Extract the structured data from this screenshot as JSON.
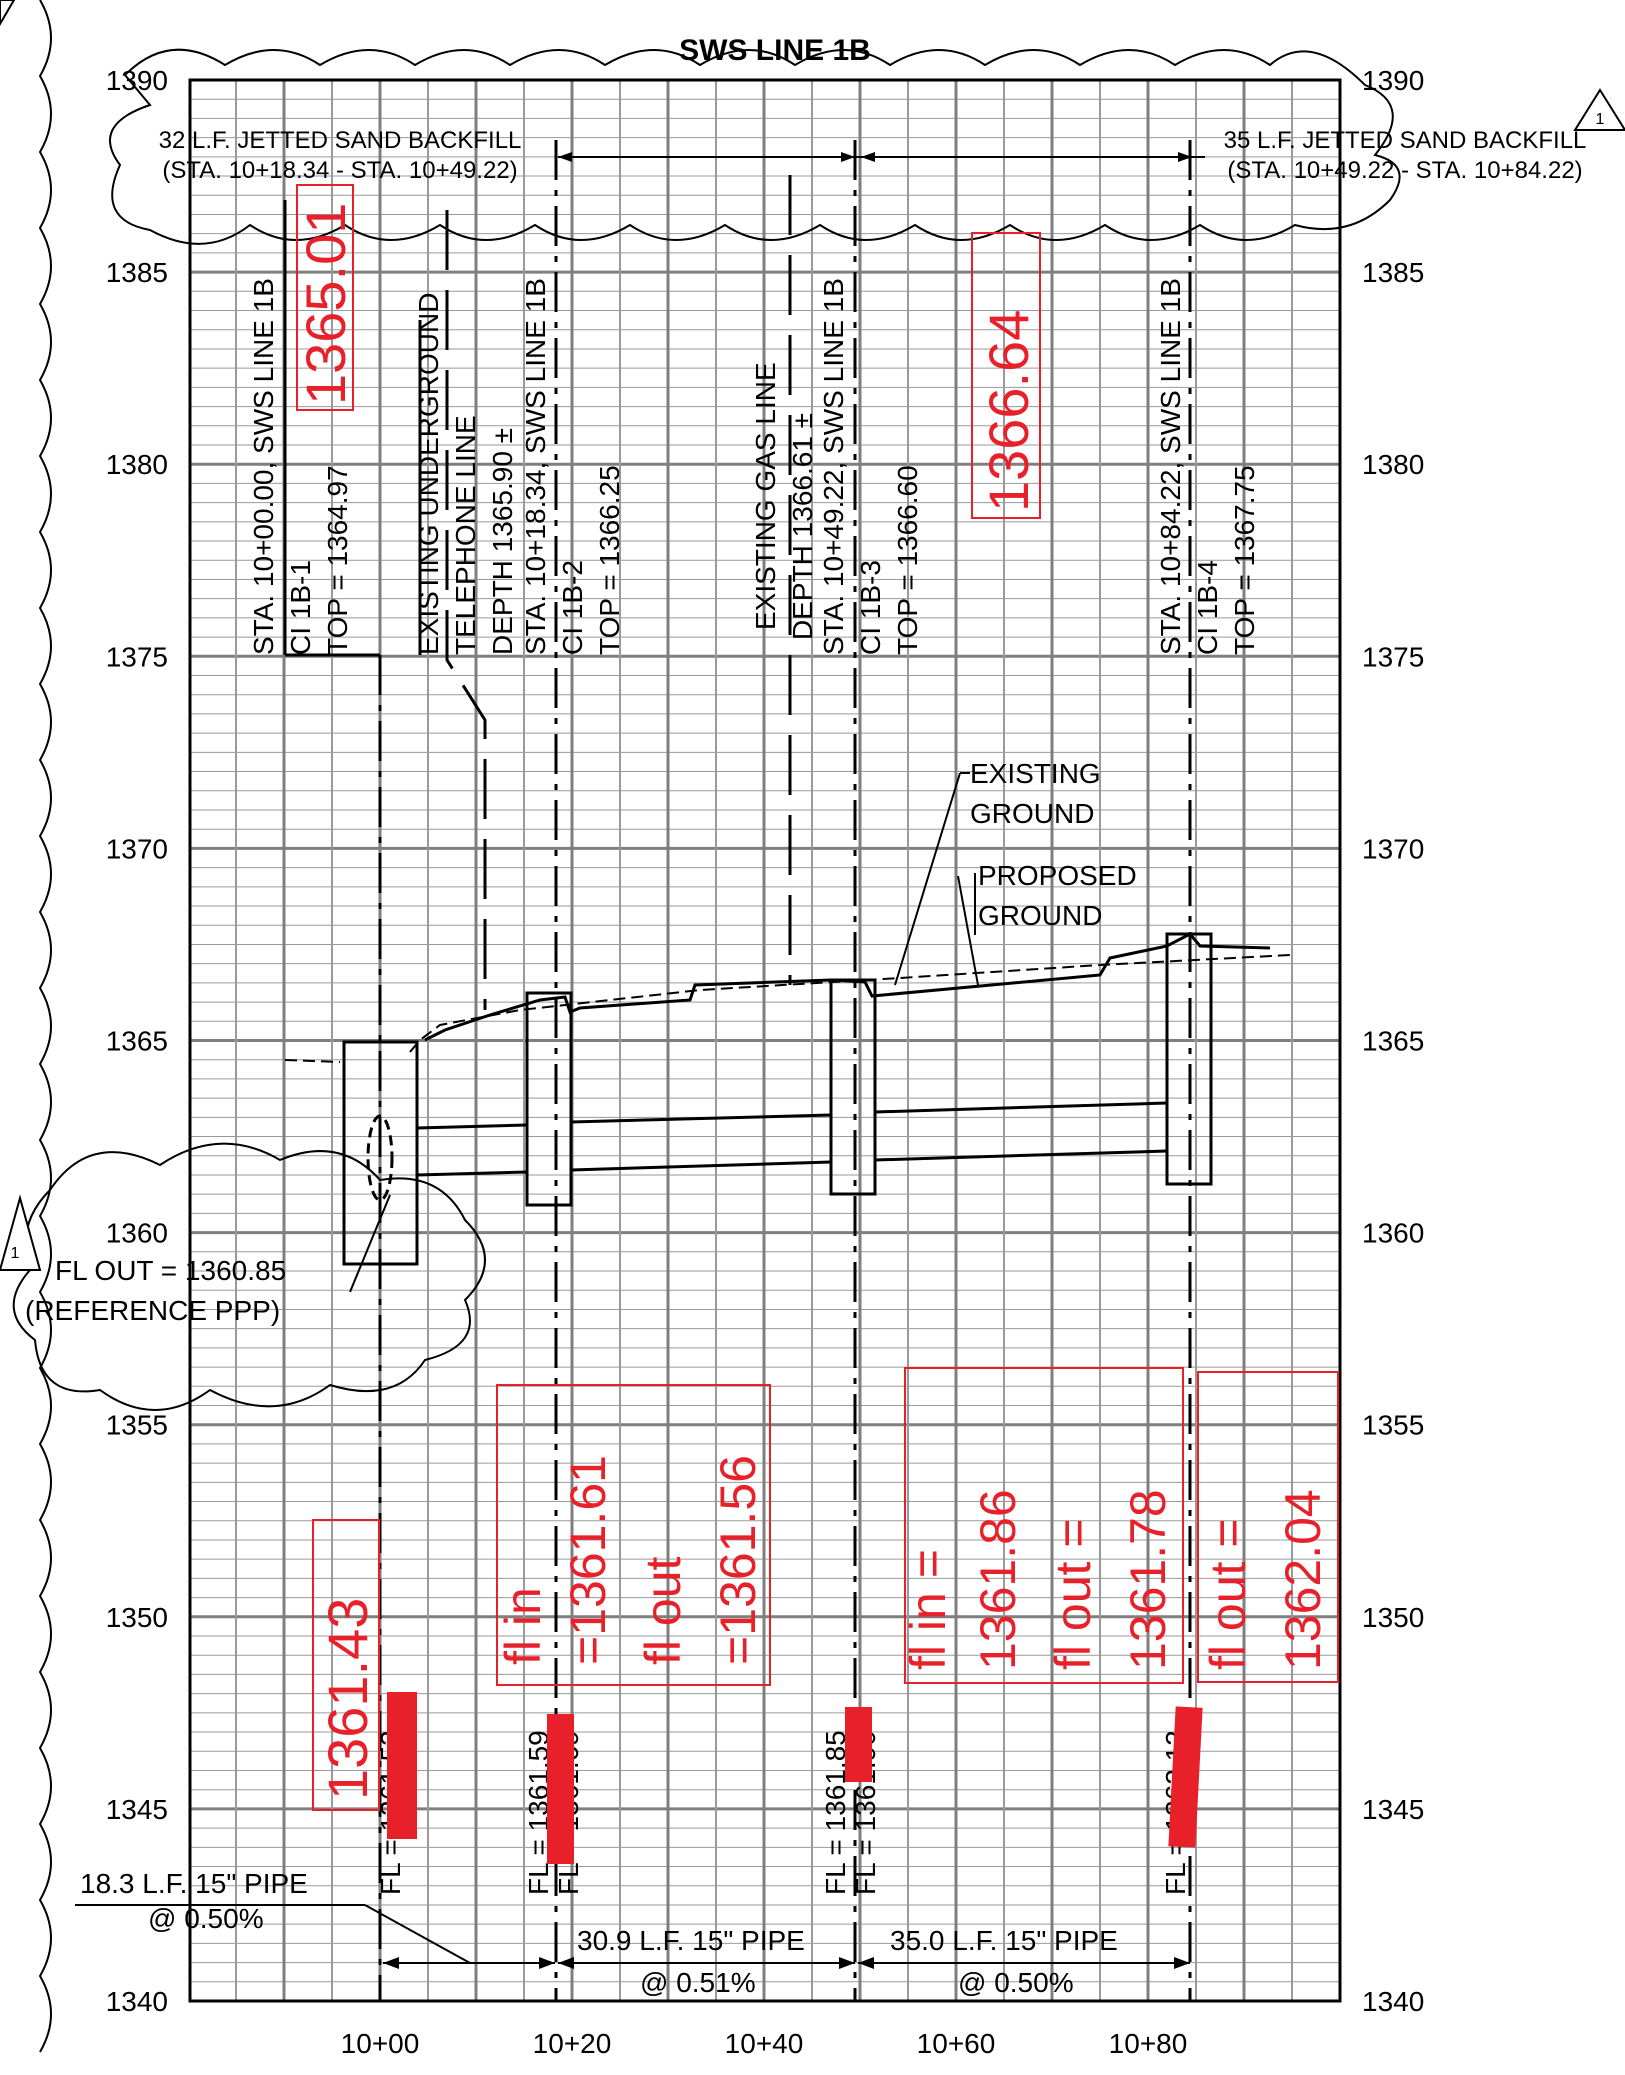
{
  "title": "SWS LINE 1B",
  "revision_mark": "1",
  "elevation_labels": [
    "1390",
    "1385",
    "1380",
    "1375",
    "1370",
    "1365",
    "1360",
    "1355",
    "1350",
    "1345",
    "1340"
  ],
  "station_labels": [
    "10+00",
    "10+20",
    "10+40",
    "10+60",
    "10+80"
  ],
  "backfill": {
    "left_line1": "32 L.F. JETTED SAND BACKFILL",
    "left_line2": "(STA. 10+18.34 - STA. 10+49.22)",
    "right_line1": "35 L.F. JETTED SAND BACKFILL",
    "right_line2": "(STA. 10+49.22 - STA. 10+84.22)"
  },
  "structures": {
    "s1_line1": "STA. 10+00.00, SWS LINE 1B",
    "s1_line2": "CI 1B-1",
    "s1_line3": "TOP = 1364.97",
    "s2_line1": "STA. 10+18.34, SWS LINE 1B",
    "s2_line2": "CI 1B-2",
    "s2_line3": "TOP = 1366.25",
    "s3_line1": "STA. 10+49.22, SWS LINE 1B",
    "s3_line2": "CI 1B-3",
    "s3_line3": "TOP = 1366.60",
    "s4_line1": "STA. 10+84.22, SWS LINE 1B",
    "s4_line2": "CI 1B-4",
    "s4_line3": "TOP = 1367.75"
  },
  "utilities": {
    "tel_line1": "EXISTING UNDERGROUND",
    "tel_line2": "TELEPHONE LINE",
    "tel_line3": "DEPTH 1365.90 ±",
    "gas_line1": "EXISTING GAS LINE",
    "gas_line2": "DEPTH 1366.61 ±"
  },
  "ground": {
    "existing_1": "EXISTING",
    "existing_2": "GROUND",
    "proposed_1": "PROPOSED",
    "proposed_2": "GROUND"
  },
  "reference": {
    "line1": "FL OUT = 1360.85",
    "line2": "(REFERENCE PPP)"
  },
  "pipes": {
    "p1_line1": "18.3 L.F. 15\" PIPE",
    "p1_line2": "@ 0.50%",
    "p2_line1": "30.9 L.F. 15\" PIPE",
    "p2_line2": "@ 0.51%",
    "p3_line1": "35.0 L.F. 15\" PIPE",
    "p3_line2": "@ 0.50%"
  },
  "flowlines": {
    "f1": "FL = 1361.53",
    "f2a": "FL = 1361.59",
    "f2b": "FL = 1361.69",
    "f3a": "FL = 1361.85",
    "f3b": "FL = 1361.90",
    "f4": "FL = 1362.12"
  },
  "markups": {
    "m_top1": "1365.01",
    "m_top3": "1366.64",
    "m_fl1": "1361.43",
    "m_b2_l1": "fl in",
    "m_b2_l2": "=1361.61",
    "m_b2_l3": "fl out",
    "m_b2_l4": "=1361.56",
    "m_b3_l1": "fl in =",
    "m_b3_l2": "1361.86",
    "m_b3_l3": "fl out =",
    "m_b3_l4": "1361.78",
    "m_b4_l1": "fl out =",
    "m_b4_l2": "1362.04"
  },
  "colors": {
    "markup_red": "#e8202a",
    "grid_major": "#7f7f7f",
    "grid_minor": "#9a9a9a",
    "ink": "#000000"
  }
}
